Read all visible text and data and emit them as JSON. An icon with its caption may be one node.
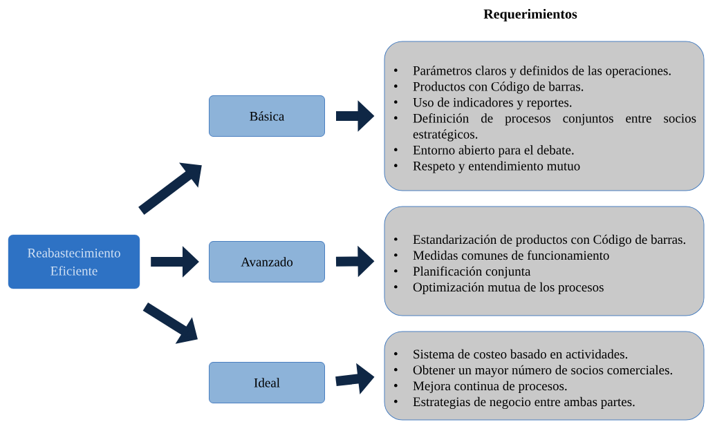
{
  "diagram": {
    "title": "Requerimientos",
    "nodes": [
      {
        "text": [
          "Reabastecimiento Eficiente"
        ]
      },
      {
        "text": [
          "Básica"
        ]
      },
      {
        "text": [
          "Avanzado"
        ]
      },
      {
        "text": [
          "Ideal"
        ]
      },
      {
        "text": [
          "Parámetros claros y definidos de las operaciones.",
          "Productos con Código de barras.",
          "Uso de indicadores y reportes.",
          "Definición de procesos conjuntos entre socios estratégicos.",
          "Entorno abierto para el debate.",
          "Respeto y entendimiento mutuo"
        ]
      },
      {
        "text": [
          "Estandarización de productos con Código de barras.",
          "Medidas comunes de funcionamiento",
          "Planificación conjunta",
          "Optimización mutua de los procesos"
        ]
      },
      {
        "text": [
          "Sistema de costeo basado en actividades.",
          "Obtener un mayor número de socios comerciales.",
          "Mejora continua de procesos.",
          "Estrategias de negocio entre ambas partes."
        ]
      }
    ],
    "edges": [
      {
        "from": 0,
        "to": 1,
        "arrow": "to"
      },
      {
        "from": 0,
        "to": 2,
        "arrow": "to"
      },
      {
        "from": 0,
        "to": 3,
        "arrow": "to"
      },
      {
        "from": 1,
        "to": 4,
        "arrow": "to"
      },
      {
        "from": 2,
        "to": 5,
        "arrow": "to"
      },
      {
        "from": 3,
        "to": 6,
        "arrow": "to"
      }
    ]
  }
}
